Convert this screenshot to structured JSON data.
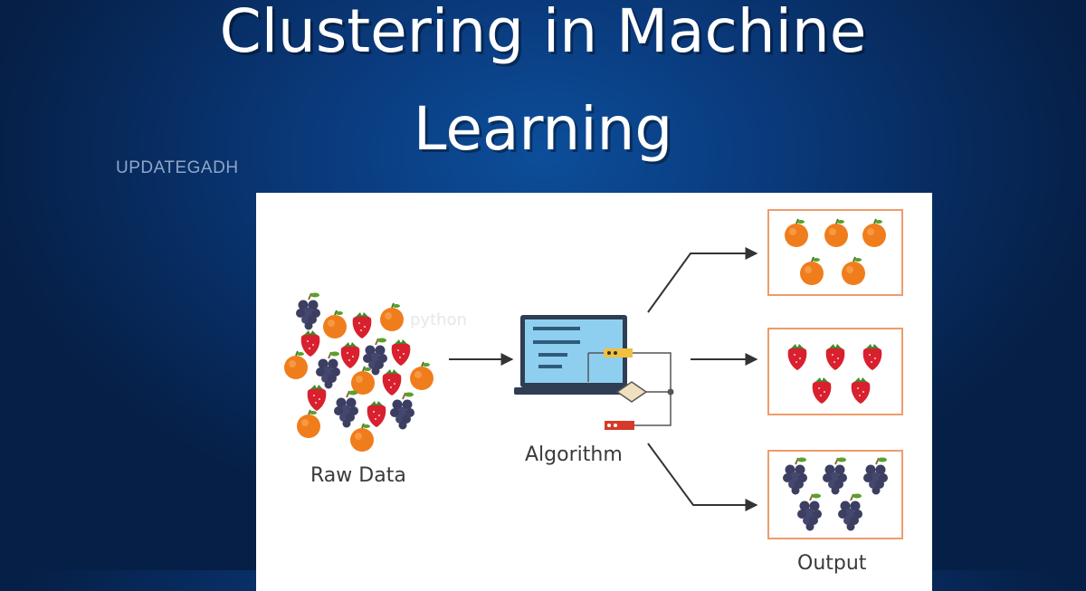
{
  "title": {
    "line1": "Clustering in Machine",
    "line2": "Learning"
  },
  "brand": "UPDATEGADH",
  "diagram": {
    "raw_label": "Raw Data",
    "algorithm_label": "Algorithm",
    "output_label": "Output",
    "watermark": "python"
  },
  "colors": {
    "background": "#0a3a7c",
    "orange": "#f07d1c",
    "strawberry": "#d9202e",
    "grape": "#3c3e62",
    "box_border": "#ee9c6a",
    "screen": "#8ecff0"
  }
}
